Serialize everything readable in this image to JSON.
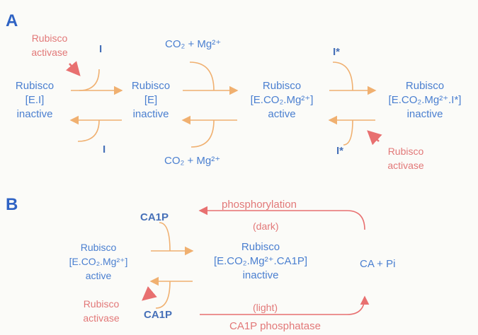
{
  "panelA": {
    "label": "A",
    "activase_top": [
      "Rubisco",
      "activase"
    ],
    "I_top": "I",
    "co2_top": "CO₂ + Mg²⁺",
    "Istar_top": "I*",
    "s1": [
      "Rubisco",
      "[E.I]",
      "inactive"
    ],
    "s2": [
      "Rubisco",
      "[E]",
      "inactive"
    ],
    "s3": [
      "Rubisco",
      "[E.CO₂.Mg²⁺]",
      "active"
    ],
    "s4": [
      "Rubisco",
      "[E.CO₂.Mg²⁺.I*]",
      "inactive"
    ],
    "I_bottom": "I",
    "co2_bottom": "CO₂ + Mg²⁺",
    "Istar_bottom": "I*",
    "activase_bottom": [
      "Rubisco",
      "activase"
    ]
  },
  "panelB": {
    "label": "B",
    "ca1p_top": "CA1P",
    "phosphorylation": "phosphorylation",
    "dark": "(dark)",
    "s1": [
      "Rubisco",
      "[E.CO₂.Mg²⁺]",
      "active"
    ],
    "s2": [
      "Rubisco",
      "[E.CO₂.Mg²⁺.CA1P]",
      "inactive"
    ],
    "ca_pi": "CA + Pi",
    "activase": [
      "Rubisco",
      "activase"
    ],
    "ca1p_bottom": "CA1P",
    "light": "(light)",
    "phosphatase": "CA1P phosphatase"
  },
  "colors": {
    "enzyme_text": "#4a7fd0",
    "activase_text": "#e27878",
    "arrow": "#f0b070",
    "pink_arrow": "#e87070"
  }
}
